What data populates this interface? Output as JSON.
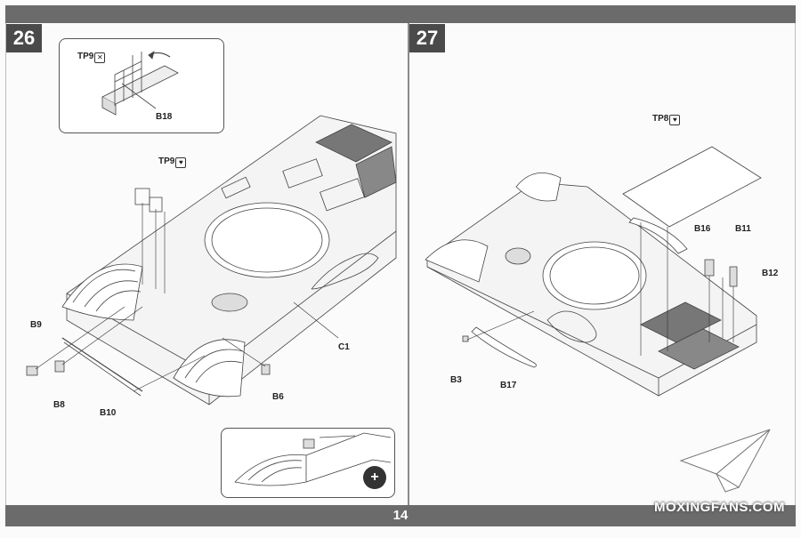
{
  "page_number": "14",
  "steps": [
    {
      "number": "26"
    },
    {
      "number": "27"
    }
  ],
  "step26_labels": {
    "inset_tp9": "TP9",
    "inset_b18": "B18",
    "tp9": "TP9",
    "b9": "B9",
    "b8": "B8",
    "b10": "B10",
    "c1": "C1",
    "b6": "B6"
  },
  "step27_labels": {
    "tp8": "TP8",
    "b16": "B16",
    "b11": "B11",
    "b12": "B12",
    "b3": "B3",
    "b17": "B17"
  },
  "icons": {
    "cross_parts": "crossed-parts-icon",
    "glue": "glue-icon",
    "zoom": "zoom-in-icon"
  },
  "watermark": {
    "text": "MOXINGFANS.COM"
  },
  "colors": {
    "bar": "#6b6b6b",
    "step_box": "#4a4a4a"
  }
}
